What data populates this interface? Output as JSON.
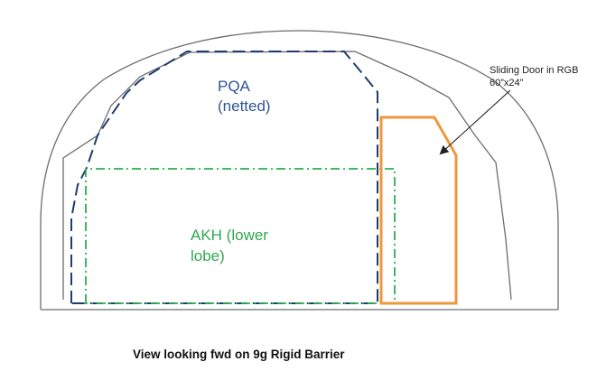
{
  "labels": {
    "pqa_line1": "PQA",
    "pqa_line2": "(netted)",
    "akh_line1": "AKH (lower",
    "akh_line2": "lobe)",
    "door_line1": "Sliding Door in RGB",
    "door_line2": "60”x24”"
  },
  "caption": "View looking fwd on 9g Rigid Barrier",
  "colors": {
    "fuselage_outline": "#6d6d6d",
    "pqa_outline": "#1f3d6e",
    "pqa_text": "#2e5591",
    "akh_outline": "#2cae4e",
    "akh_text": "#2fa84f",
    "door_outline": "#f0963c",
    "door_text": "#222222",
    "arrow": "#222222",
    "caption_text": "#111111"
  }
}
